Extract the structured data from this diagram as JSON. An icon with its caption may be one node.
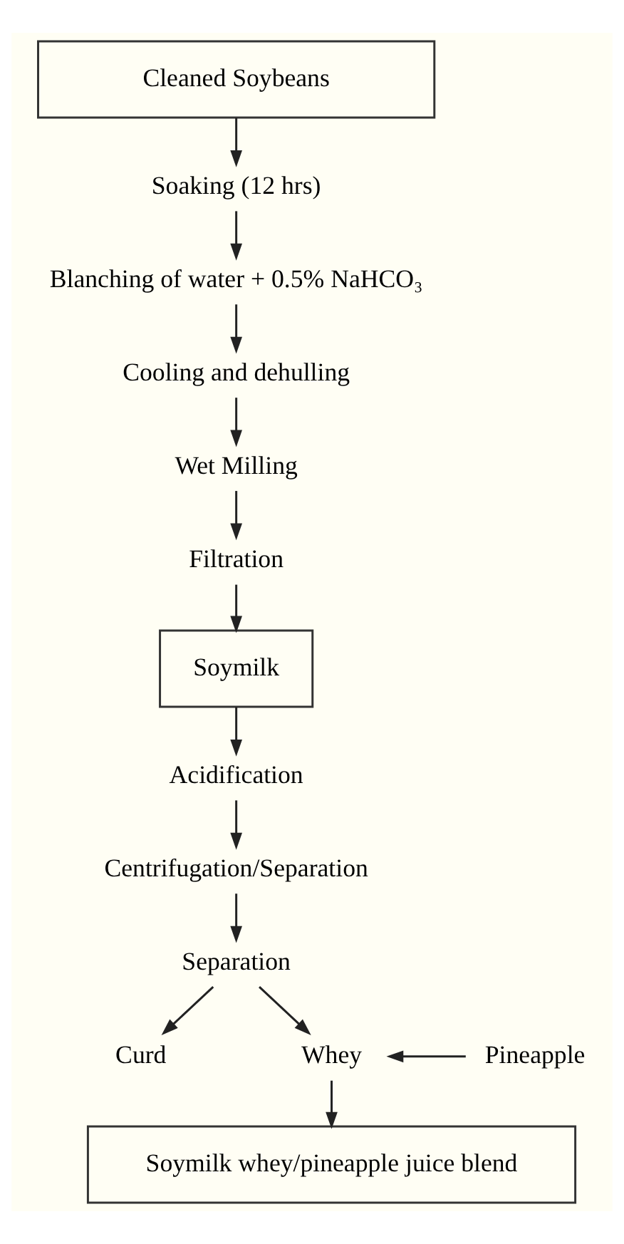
{
  "diagram": {
    "nodes": [
      {
        "text": [
          "Cleaned Soybeans"
        ]
      },
      {
        "text": [
          "Soaking (12 hrs)"
        ]
      },
      {
        "text": [
          "Blanching of water + 0.5% NaHCO₃"
        ]
      },
      {
        "text": [
          "Cooling and dehulling"
        ]
      },
      {
        "text": [
          "Wet Milling"
        ]
      },
      {
        "text": [
          "Filtration"
        ]
      },
      {
        "text": [
          "Soymilk"
        ]
      },
      {
        "text": [
          "Acidification"
        ]
      },
      {
        "text": [
          "Centrifugation/Separation"
        ]
      },
      {
        "text": [
          "Separation"
        ]
      },
      {
        "text": [
          "Curd"
        ]
      },
      {
        "text": [
          "Whey"
        ]
      },
      {
        "text": [
          "Pineapple"
        ]
      },
      {
        "text": [
          "Soymilk whey/pineapple juice blend"
        ]
      }
    ],
    "edges": [
      {
        "from": 0,
        "to": 1,
        "arrow": "to"
      },
      {
        "from": 1,
        "to": 2,
        "arrow": "to"
      },
      {
        "from": 2,
        "to": 3,
        "arrow": "to"
      },
      {
        "from": 3,
        "to": 4,
        "arrow": "to"
      },
      {
        "from": 4,
        "to": 5,
        "arrow": "to"
      },
      {
        "from": 5,
        "to": 6,
        "arrow": "to"
      },
      {
        "from": 6,
        "to": 7,
        "arrow": "to"
      },
      {
        "from": 7,
        "to": 8,
        "arrow": "to"
      },
      {
        "from": 8,
        "to": 9,
        "arrow": "to"
      },
      {
        "from": 9,
        "to": 10,
        "arrow": "to"
      },
      {
        "from": 9,
        "to": 11,
        "arrow": "to"
      },
      {
        "from": 12,
        "to": 11,
        "arrow": "to"
      },
      {
        "from": 11,
        "to": 13,
        "arrow": "to"
      }
    ]
  }
}
